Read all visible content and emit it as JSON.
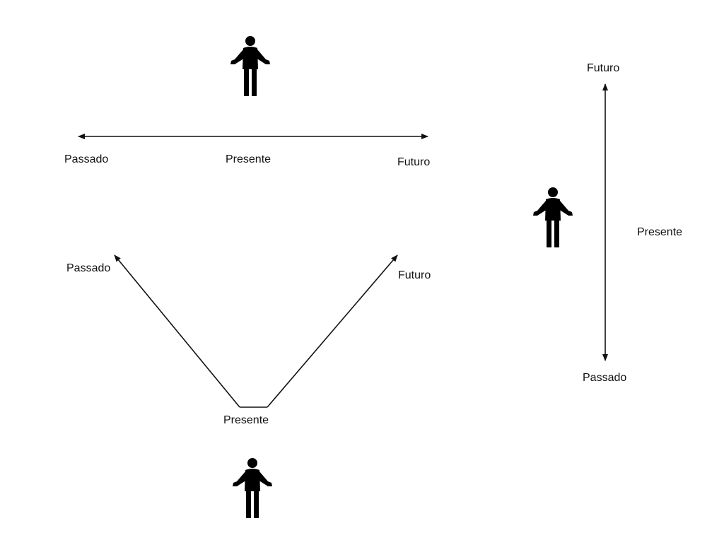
{
  "colors": {
    "ink": "#111111",
    "figure": "#000000",
    "background": "#ffffff"
  },
  "icons": {
    "person": "person-shrugging-icon"
  },
  "linear_model": {
    "past_label": "Passado",
    "present_label": "Presente",
    "future_label": "Futuro"
  },
  "v_model": {
    "past_label": "Passado",
    "present_label": "Presente",
    "future_label": "Futuro"
  },
  "vertical_model": {
    "future_label": "Futuro",
    "present_label": "Presente",
    "past_label": "Passado"
  }
}
